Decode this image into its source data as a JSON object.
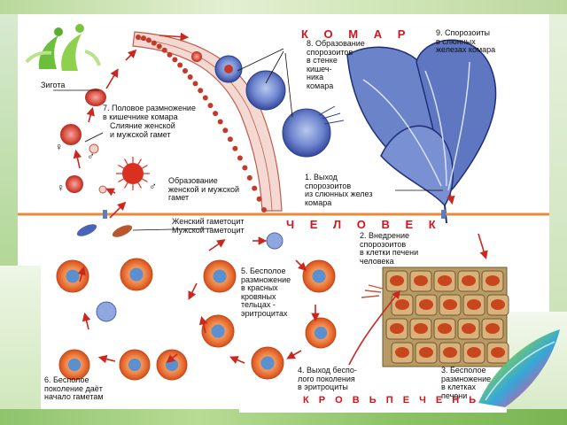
{
  "titles": {
    "mosquito": "К О М А Р",
    "human": "Ч Е Л О В Е К",
    "blood_liver": "К Р О В Ь   П Е Ч Е Н Ь"
  },
  "labels": {
    "zygote": "Зигота",
    "step7": [
      "7. Половое размножение",
      "в кишечнике комара"
    ],
    "fusion": [
      "Слияние женской",
      "и мужской гамет"
    ],
    "gamete_formation": [
      "Образование",
      "женской и мужской",
      "гамет"
    ],
    "step8": [
      "8. Образование",
      "спорозоитов",
      "в стенке",
      "кишеч-",
      "ника",
      "комара"
    ],
    "step9": [
      "9. Спорозоиты",
      "в слюнных",
      "железах комара"
    ],
    "step1": [
      "1. Выход",
      "спорозоитов",
      "из слюнных желез",
      "комара"
    ],
    "female_gametocyte": "Женский гаметоцит",
    "male_gametocyte": "Мужской гаметоцит",
    "step2": [
      "2. Внедрение",
      "спорозоитов",
      "в клетки печени",
      "человека"
    ],
    "step5": [
      "5. Бесполое",
      "размножение",
      "в красных",
      "кровяных",
      "тельцах -",
      "эритроцитах"
    ],
    "step6": [
      "6. Бесполое",
      "поколение даёт",
      "начало гаметам"
    ],
    "step4": [
      "4. Выход беспо-",
      "лого поколения",
      "в эритроциты"
    ],
    "step3": [
      "3. Бесполое",
      "размножение",
      "в клетках",
      "печени"
    ]
  },
  "symbols": {
    "female": "♀",
    "male": "♂"
  },
  "icons": {
    "logo": "green-human-figures-logo",
    "page_curl": "rainbow-page-curl"
  },
  "colors": {
    "title_red": "#d2141c",
    "divider": "#e88a3a",
    "arrow_red": "#c8281e",
    "cell_blue": "#4a63b5",
    "rbc_orange": "#e8642a",
    "frame_green": "#8cc266"
  }
}
